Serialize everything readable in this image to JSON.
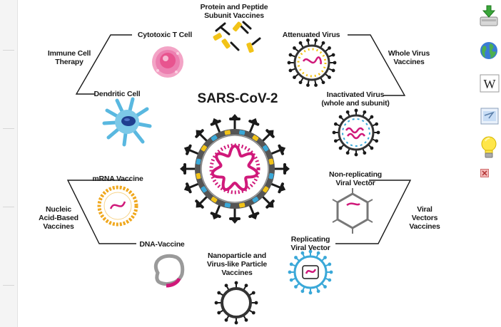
{
  "diagram": {
    "title": "SARS-CoV-2",
    "labels": {
      "protein_peptide": "Protein and Peptide\nSubunit Vaccines",
      "cytotoxic_t_cell": "Cytotoxic T Cell",
      "attenuated_virus": "Attenuated Virus",
      "immune_cell_therapy": "Immune Cell\nTherapy",
      "whole_virus_vaccines": "Whole Virus\nVaccines",
      "dendritic_cell": "Dendritic Cell",
      "inactivated_virus": "Inactivated Virus\n(whole and subunit)",
      "mrna_vaccine": "mRNA Vaccine",
      "non_replicating": "Non-replicating\nViral Vector",
      "nucleic_acid": "Nucleic\nAcid-Based\nVaccines",
      "viral_vectors": "Viral Vectors\nVaccines",
      "replicating": "Replicating\nViral Vector",
      "dna_vaccine": "DNA-Vaccine",
      "nanoparticle": "Nanoparticle and\nVirus-like Particle\nVaccines"
    }
  },
  "toolbar": {
    "icons": [
      "download-icon",
      "globe-icon",
      "wikipedia-icon",
      "image-icon",
      "lightbulb-icon",
      "close-icon"
    ]
  },
  "colors": {
    "virus_spike": "#1a1a1a",
    "virus_membrane": "#555555",
    "rna": "#d0197a",
    "blue_protein": "#3aa8d8",
    "yellow_protein": "#f2c318",
    "cell_pink": "#e8548f",
    "dendritic_blue": "#59b8e0",
    "mrna_orange": "#f0a81e"
  }
}
